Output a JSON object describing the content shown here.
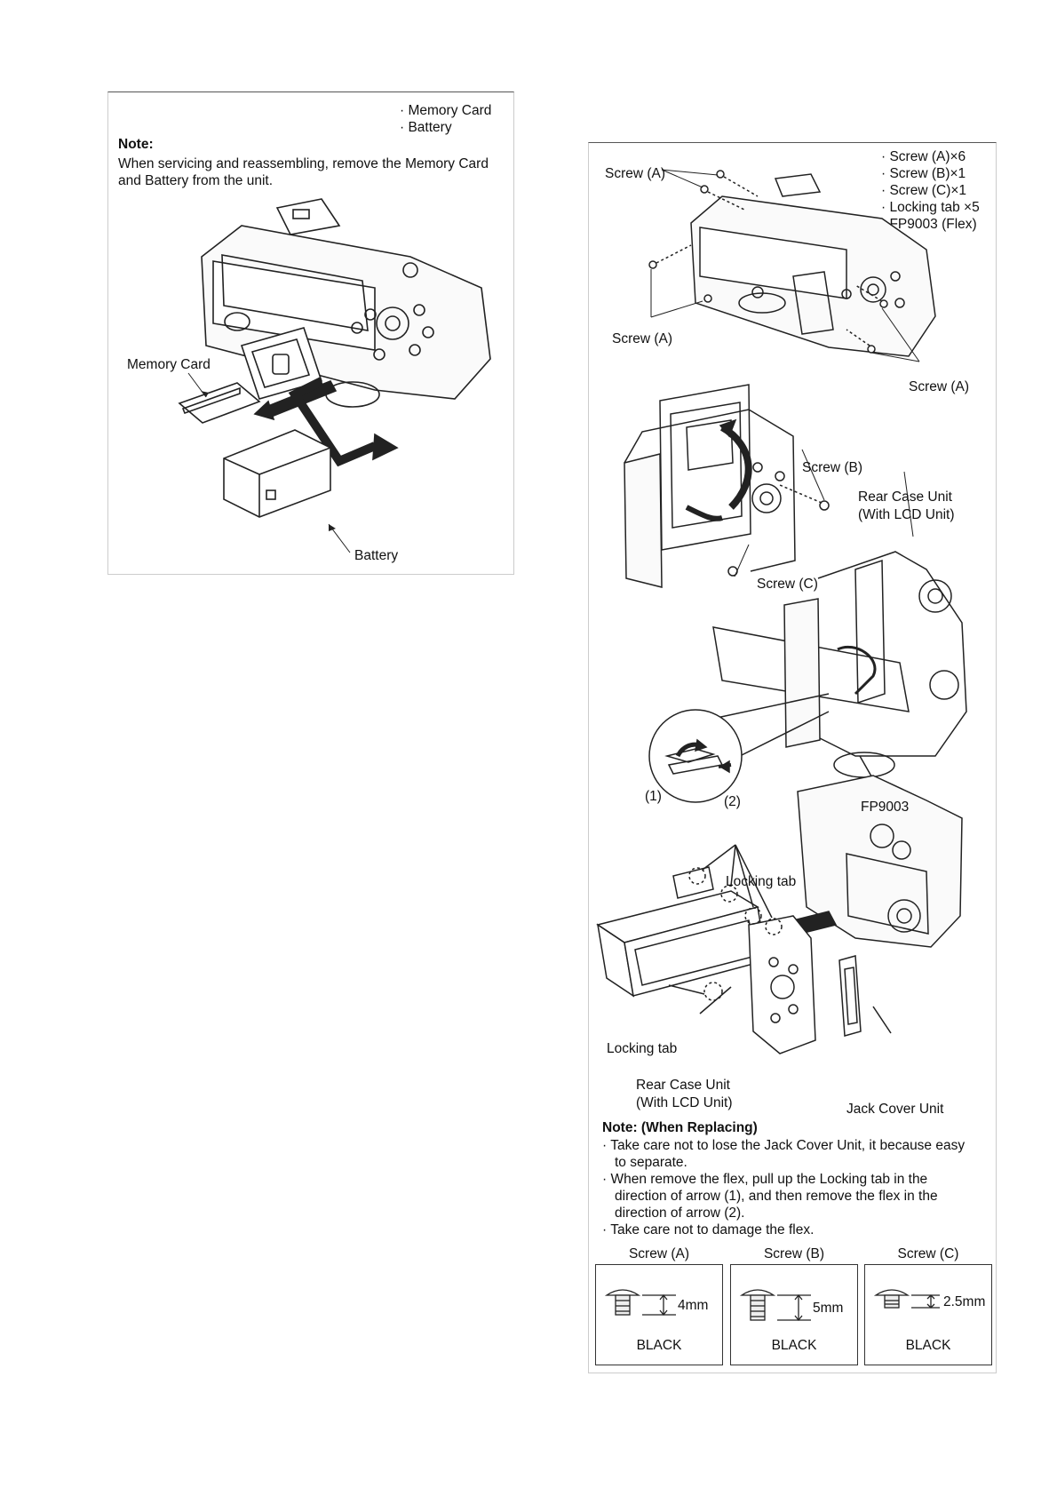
{
  "left_panel": {
    "parts": [
      "Memory Card",
      "Battery"
    ],
    "note_title": "Note:",
    "note_lines": [
      "When servicing and reassembling, remove the Memory Card",
      "and Battery from the unit."
    ],
    "callout_memory_card": "Memory Card",
    "callout_battery": "Battery"
  },
  "right_panel": {
    "parts": [
      "Screw (A)×6",
      "Screw (B)×1",
      "Screw (C)×1",
      "Locking tab ×5",
      "FP9003 (Flex)"
    ],
    "callouts": {
      "screw_a_top": "Screw (A)",
      "screw_a_left": "Screw (A)",
      "screw_a_right": "Screw (A)",
      "screw_b": "Screw (B)",
      "rear_case_1": "Rear Case Unit",
      "rear_case_1b": "(With LCD Unit)",
      "screw_c": "Screw (C)",
      "step_1": "(1)",
      "step_2": "(2)",
      "fp9003": "FP9003",
      "locking_tab_top": "Locking tab",
      "locking_tab_bottom": "Locking tab",
      "rear_case_2": "Rear Case Unit",
      "rear_case_2b": "(With LCD Unit)",
      "jack_cover": "Jack Cover Unit"
    },
    "note_title": "Note: (When Replacing)",
    "note_items": [
      "Take care not to lose the Jack Cover Unit, it because easy",
      "When remove the flex, pull up the Locking tab in the",
      "Take care not to damage the flex."
    ],
    "note_item_cont": [
      "to separate.",
      "direction of arrow (1), and then remove the flex in the",
      "direction of arrow (2)."
    ],
    "screws": [
      {
        "name": "Screw (A)",
        "length": "4mm",
        "color": "BLACK"
      },
      {
        "name": "Screw (B)",
        "length": "5mm",
        "color": "BLACK"
      },
      {
        "name": "Screw (C)",
        "length": "2.5mm",
        "color": "BLACK"
      }
    ]
  }
}
